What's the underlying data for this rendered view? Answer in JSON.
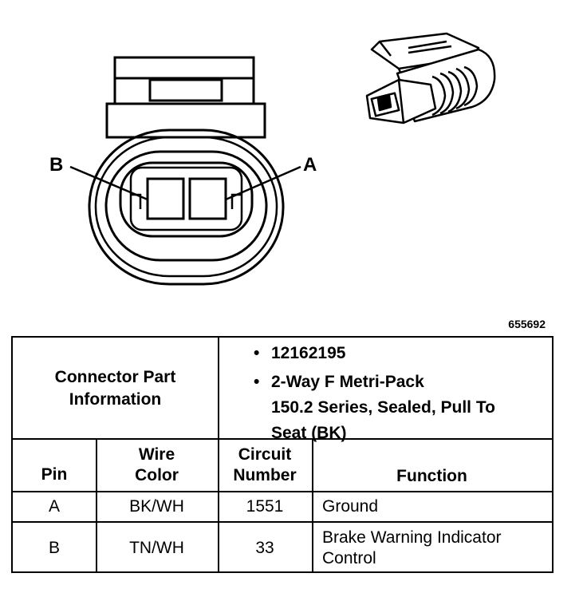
{
  "figure_id": "655692",
  "pin_callouts": {
    "b": "B",
    "a": "A"
  },
  "connector_info": {
    "heading_line1": "Connector Part",
    "heading_line2": "Information",
    "bullets": [
      {
        "lines": [
          "12162195"
        ]
      },
      {
        "lines": [
          "2-Way F Metri-Pack",
          "150.2 Series, Sealed, Pull To",
          "Seat (BK)"
        ]
      }
    ]
  },
  "table": {
    "headers": {
      "pin": "Pin",
      "wire_color_l1": "Wire",
      "wire_color_l2": "Color",
      "circuit_l1": "Circuit",
      "circuit_l2": "Number",
      "function": "Function"
    },
    "rows": [
      {
        "pin": "A",
        "wire_color": "BK/WH",
        "circuit": "1551",
        "function_l1": "Ground",
        "function_l2": ""
      },
      {
        "pin": "B",
        "wire_color": "TN/WH",
        "circuit": "33",
        "function_l1": "Brake Warning Indicator",
        "function_l2": "Control"
      }
    ]
  },
  "colors": {
    "ink": "#000000",
    "paper": "#ffffff"
  }
}
